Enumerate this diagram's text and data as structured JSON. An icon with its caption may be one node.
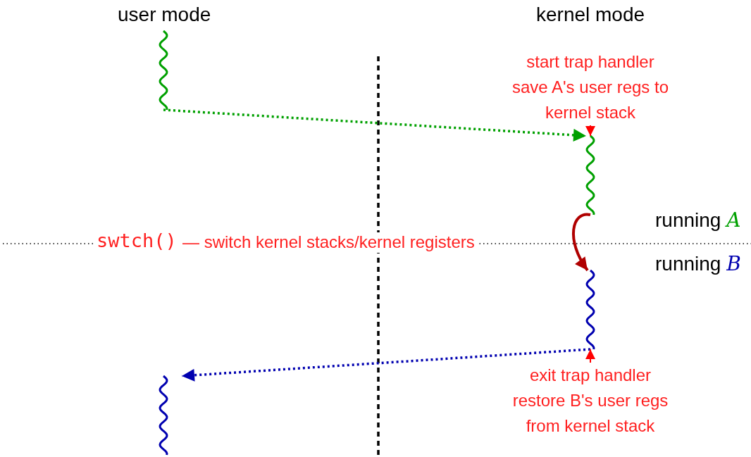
{
  "diagram": {
    "nodes": [
      {
        "text": [],
        "shape": "wave"
      },
      {
        "text": [],
        "shape": "wave"
      },
      {
        "text": [],
        "shape": "wave"
      },
      {
        "text": [],
        "shape": "wave"
      },
      {
        "text": [
          "start trap handler save A's user regs to kernel stack"
        ]
      },
      {
        "text": [
          "exit trap handler restore B's user regs from kernel stack"
        ]
      }
    ],
    "edges": [
      {
        "from": 0,
        "to": 1,
        "arrow": "to",
        "style": "dashed",
        "color": "#00a000"
      },
      {
        "from": 1,
        "to": 2,
        "arrow": "to",
        "color": "#b00000"
      },
      {
        "from": 2,
        "to": 3,
        "arrow": "to",
        "style": "dashed",
        "color": "#0000b0"
      },
      {
        "from": 4,
        "to": 1,
        "arrow": "to",
        "color": "#ff0000"
      },
      {
        "from": 5,
        "to": 2,
        "arrow": "to",
        "color": "#ff0000"
      }
    ],
    "labels": [
      "user mode",
      "kernel mode",
      "running *A*",
      "swtch()",
      "— switch kernel stacks/kernel registers",
      "running *B*"
    ]
  }
}
